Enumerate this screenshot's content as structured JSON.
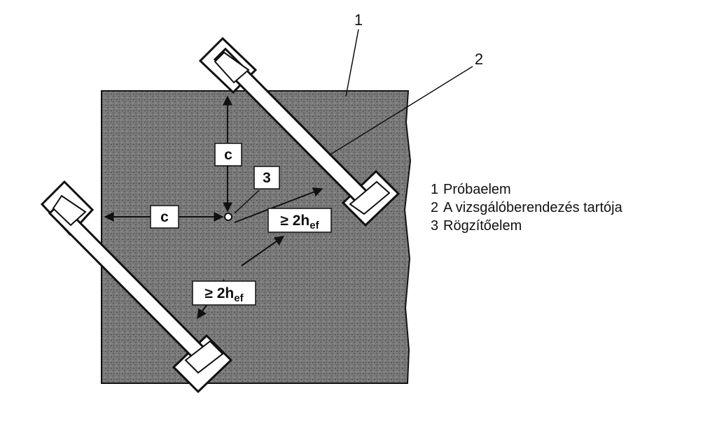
{
  "callouts": {
    "c1": "1",
    "c2": "2",
    "c3": "3"
  },
  "dimensions": {
    "c_label": "c",
    "spacing_prefix": "≥ 2h",
    "spacing_subscript": "ef"
  },
  "legend": [
    {
      "num": "1",
      "text": "Próbaelem"
    },
    {
      "num": "2",
      "text": "A vizsgálóberendezés tartója"
    },
    {
      "num": "3",
      "text": "Rögzítőelem"
    }
  ],
  "colors": {
    "concrete": "#7a7a7a",
    "concrete_dark": "#4a4a4a",
    "outline": "#111111",
    "frame_fill": "#ffffff"
  }
}
